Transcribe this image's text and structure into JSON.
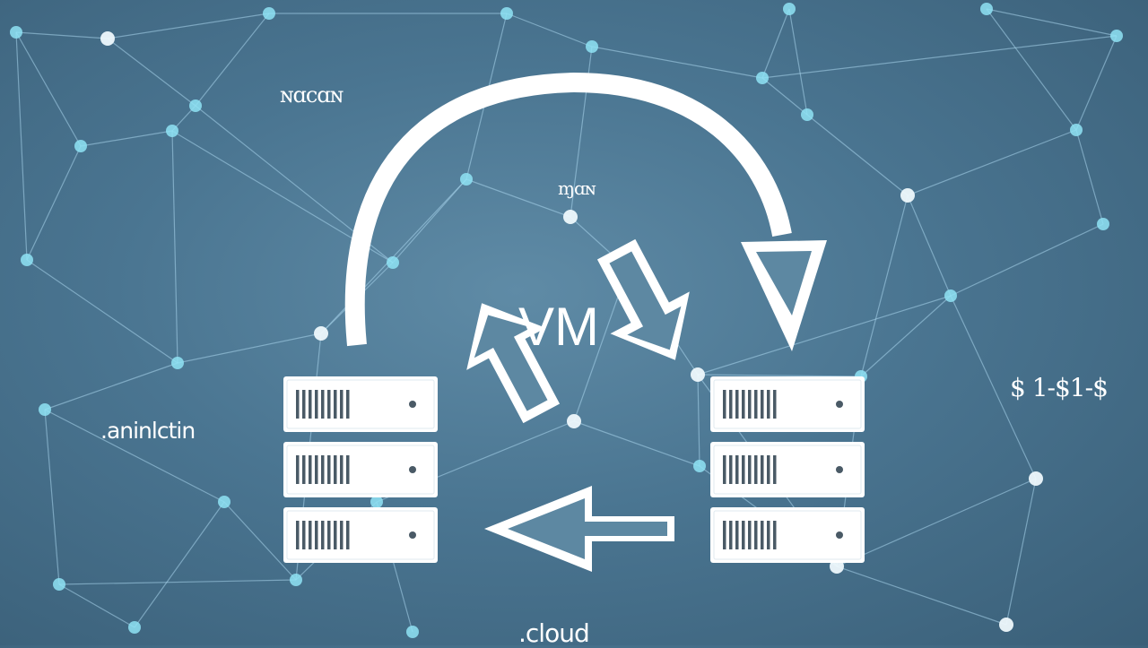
{
  "diagram": {
    "center_label": "VM",
    "labels": {
      "top_left": "ɴɑcɑɴ",
      "top_center": "ɱɑɴ",
      "left": ".aninlctin",
      "right": "$ 1-$1-$",
      "bottom": ".cloud"
    },
    "icons": {
      "left_server": "server-rack-icon",
      "right_server": "server-rack-icon",
      "arc_arrow": "curved-arrow-icon",
      "up_arrow": "arrow-up-icon",
      "down_arrow": "arrow-down-icon",
      "left_arrow": "arrow-left-icon"
    },
    "colors": {
      "background": "#4a7591",
      "foreground": "#ffffff",
      "network_line": "#a9d6ec",
      "network_node": "#8fe3f5"
    }
  }
}
